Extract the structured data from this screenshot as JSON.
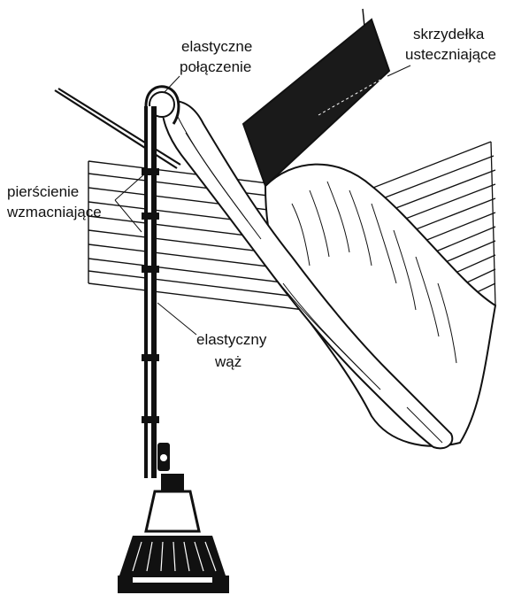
{
  "labels": {
    "flexible_joint": [
      "elastyczne",
      "połączenie"
    ],
    "stabilizing_fins": [
      "skrzydełka",
      "usteczniające"
    ],
    "reinforcing_rings": [
      "pierścienie",
      "wzmacniające"
    ],
    "flexible_hose": [
      "elastyczny",
      "wąż"
    ]
  },
  "colors": {
    "ink": "#111111",
    "paper": "#ffffff",
    "fin": "#1a1a1a"
  }
}
